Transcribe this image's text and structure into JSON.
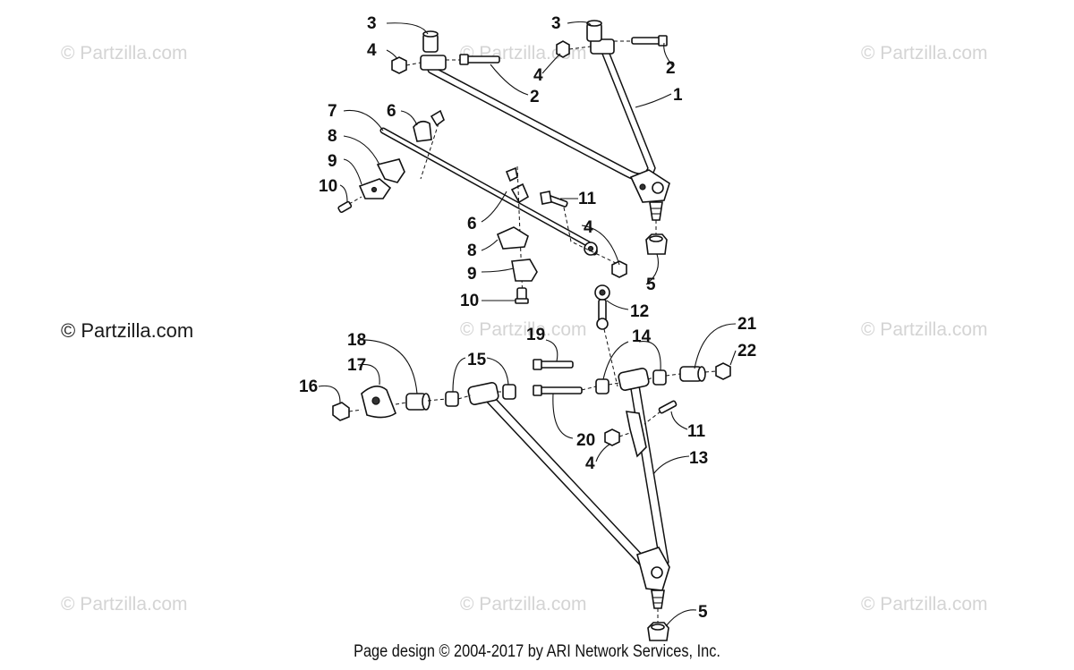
{
  "watermark": "© Partzilla.com",
  "footer": "Page design © 2004-2017 by ARI Network Services, Inc.",
  "callouts": {
    "c1": "1",
    "c2a": "2",
    "c2b": "2",
    "c3a": "3",
    "c3b": "3",
    "c4a": "4",
    "c4b": "4",
    "c4c": "4",
    "c4d": "4",
    "c5a": "5",
    "c5b": "5",
    "c6a": "6",
    "c6b": "6",
    "c7": "7",
    "c8a": "8",
    "c8b": "8",
    "c9a": "9",
    "c9b": "9",
    "c10a": "10",
    "c10b": "10",
    "c11a": "11",
    "c11b": "11",
    "c12": "12",
    "c13": "13",
    "c14": "14",
    "c15": "15",
    "c16": "16",
    "c17": "17",
    "c18": "18",
    "c19": "19",
    "c20": "20",
    "c21": "21",
    "c22": "22"
  }
}
